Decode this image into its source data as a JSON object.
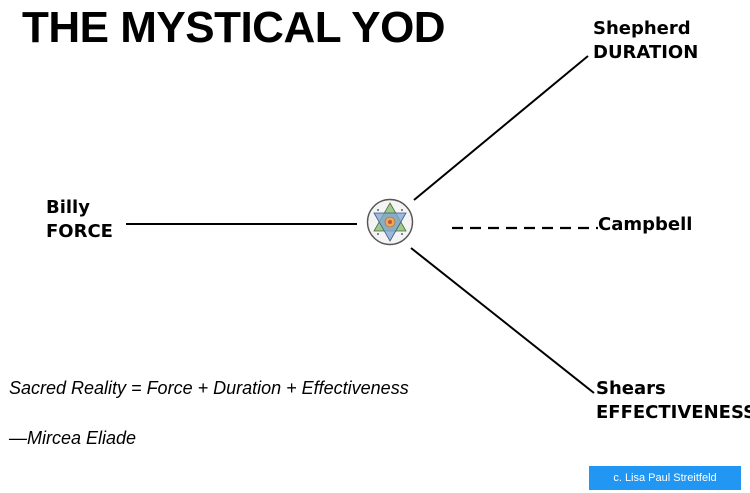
{
  "title": "THE MYSTICAL YOD",
  "nodes": {
    "billy": {
      "name": "Billy",
      "role": "FORCE"
    },
    "shepherd": {
      "name": "Shepherd",
      "role": "DURATION"
    },
    "campbell": {
      "name": "Campbell"
    },
    "shears": {
      "name": "Shears",
      "role": "EFFECTIVENESS"
    }
  },
  "quote": {
    "text": "Sacred Reality = Force + Duration + Effectiveness",
    "author": "—Mircea Eliade"
  },
  "credit": "c. Lisa Paul Streitfeld",
  "colors": {
    "text": "#000000",
    "credit_bg": "#2196f3",
    "star_blue": "#7fa6d6",
    "star_green": "#8fbf7a",
    "center_orange": "#e8a860"
  },
  "center_icon": "hexagram-emblem-icon"
}
